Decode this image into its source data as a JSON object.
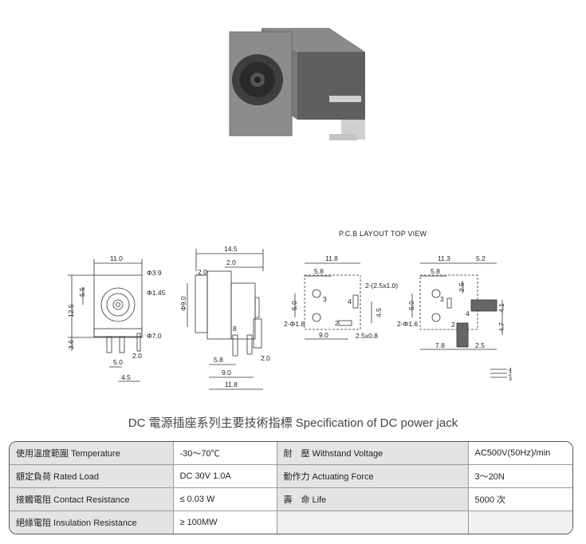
{
  "drawing_labels": {
    "front": {
      "width": "11.0",
      "hole_dia": "Φ3.9",
      "pin_dia": "Φ1.45",
      "outer_dia": "Φ7.0",
      "height": "12.5",
      "mid": "5.5",
      "base": "3.6",
      "pin_gap": "5.0",
      "pin_off": "2.0",
      "pin_bottom": "4.5"
    },
    "side": {
      "length": "14.5",
      "top": "2.0",
      "left_top": "2.0",
      "phi": "Φ9.0",
      "pin_num": "8",
      "d1": "5.8",
      "d2": "2.0",
      "d3": "9.0",
      "d4": "11.8"
    },
    "pcb1": {
      "w": "11.8",
      "w2": "5.8",
      "slot": "2-(2.5x1.0)",
      "v1": "5.0",
      "v2": "4.5",
      "holes": "2-Φ1.6",
      "h9": "9.0",
      "pad": "2.5x0.8",
      "n3": "3",
      "n4": "4",
      "n2": "2"
    },
    "pcb2": {
      "w1": "11.3",
      "w2": "5.2",
      "w3": "5.8",
      "v1": "5.0",
      "v2": "2.5",
      "v3": "4.1",
      "v4": "4.7",
      "holes": "2-Φ1.6",
      "h1": "7.8",
      "h2": "2.5",
      "n3": "3",
      "n4": "4",
      "n2": "2"
    },
    "schematic": {
      "p4": "4",
      "p2": "2",
      "p3": "3"
    }
  },
  "pcb_heading": "P.C.B LAYOUT   TOP VIEW",
  "spec_title": "DC  電源插座系列主要技術指標 Specification of DC power jack",
  "specs": [
    {
      "l1": "使用溫度範圍 Temperature",
      "v1": "-30～70℃",
      "l2": "耐　壓 Withstand Voltage",
      "v2": "AC500V(50Hz)/min"
    },
    {
      "l1": "額定負荷 Rated Load",
      "v1": "DC  30V  1.0A",
      "l2": "動作力 Actuating Force",
      "v2": "3～20N"
    },
    {
      "l1": "接觸電阻 Contact Resistance",
      "v1": "≤ 0.03 W",
      "l2": "壽　命 Life",
      "v2": "5000 次"
    },
    {
      "l1": "絕緣電阻 Insulation Resistance",
      "v1": "≥ 100MW",
      "l2": "",
      "v2": ""
    }
  ]
}
